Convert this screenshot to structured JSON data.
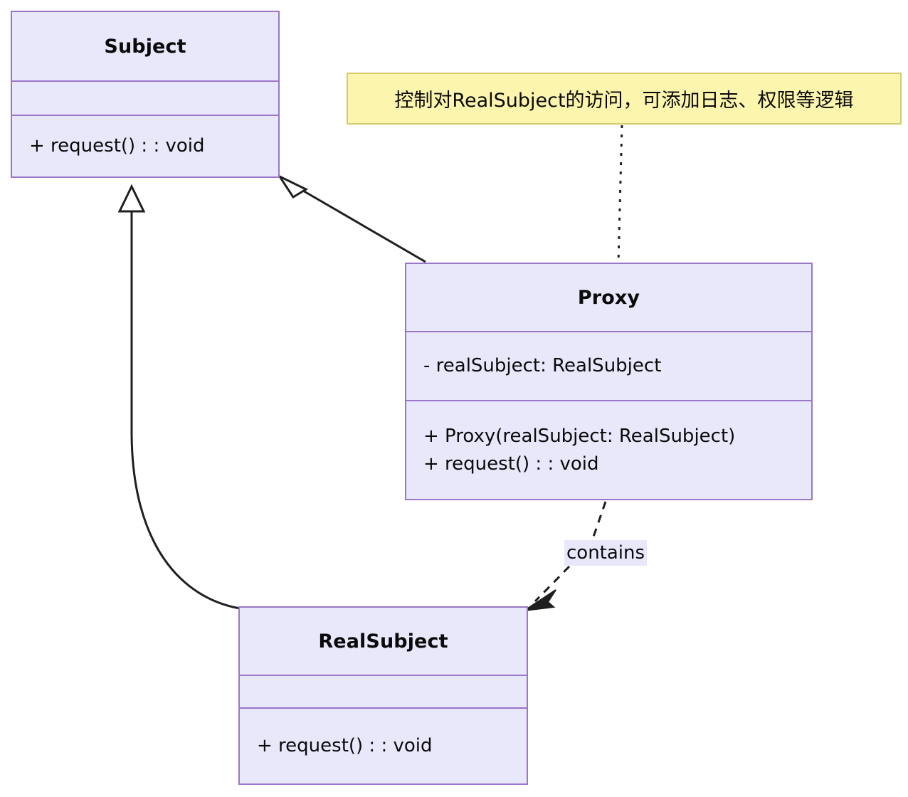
{
  "diagram": {
    "type": "uml-class-diagram",
    "pattern": "Proxy",
    "background": "#ffffff",
    "palette": {
      "class_fill": "#e9e8fb",
      "class_border": "#9a76c9",
      "note_fill": "#fcf5ae",
      "note_border": "#d4cb6a",
      "edge_stroke": "#1f1f1f",
      "text": "#0a0a0a"
    }
  },
  "classes": {
    "subject": {
      "name": "Subject",
      "attributes": [],
      "methods": [
        "+ request() : : void"
      ]
    },
    "proxy": {
      "name": "Proxy",
      "attributes": [
        "- realSubject: RealSubject"
      ],
      "methods": [
        "+ Proxy(realSubject: RealSubject)",
        "+ request() : : void"
      ]
    },
    "realsubject": {
      "name": "RealSubject",
      "attributes": [],
      "methods": [
        "+ request() : : void"
      ]
    }
  },
  "notes": {
    "proxy_note": {
      "text": "控制对RealSubject的访问，可添加日志、权限等逻辑",
      "attached_to": "Proxy"
    }
  },
  "edges": {
    "proxy_inherits_subject": {
      "label": "",
      "kind": "generalization",
      "from": "Proxy",
      "to": "Subject",
      "style": "solid",
      "arrowhead": "hollow-triangle"
    },
    "realsubject_inherits_subject": {
      "label": "",
      "kind": "generalization",
      "from": "RealSubject",
      "to": "Subject",
      "style": "solid-curved",
      "arrowhead": "hollow-triangle"
    },
    "proxy_contains_realsubject": {
      "label": "contains",
      "kind": "dependency",
      "from": "Proxy",
      "to": "RealSubject",
      "style": "dashed",
      "arrowhead": "open-filled"
    },
    "note_link": {
      "label": "",
      "kind": "note-anchor",
      "from": "proxy_note",
      "to": "Proxy",
      "style": "dotted",
      "arrowhead": "none"
    }
  }
}
